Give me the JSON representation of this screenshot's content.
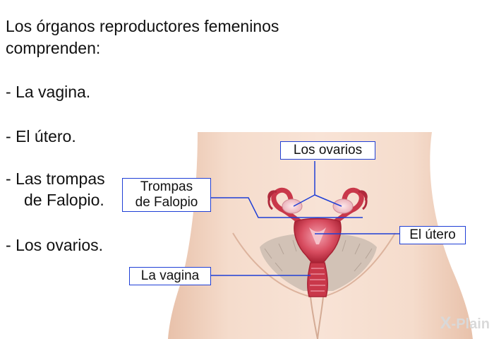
{
  "intro": "Los órganos reproductores femeninos comprenden:",
  "list": [
    {
      "dash": "-",
      "line1": "La vagina.",
      "line2": ""
    },
    {
      "dash": "-",
      "line1": "El útero.",
      "line2": ""
    },
    {
      "dash": "-",
      "line1": "Las trompas",
      "line2": "de Falopio."
    },
    {
      "dash": "-",
      "line1": "Los ovarios.",
      "line2": ""
    }
  ],
  "labels": {
    "ovaries": "Los ovarios",
    "tubes_line1": "Trompas",
    "tubes_line2": "de Falopio",
    "uterus": "El útero",
    "vagina": "La vagina"
  },
  "watermark": {
    "x": "X",
    "text": "-Plain"
  },
  "colors": {
    "callout_border": "#1f3fd6",
    "skin": "#f3d6c5",
    "organ": "#c9384a",
    "organ_light": "#f08fa0"
  }
}
